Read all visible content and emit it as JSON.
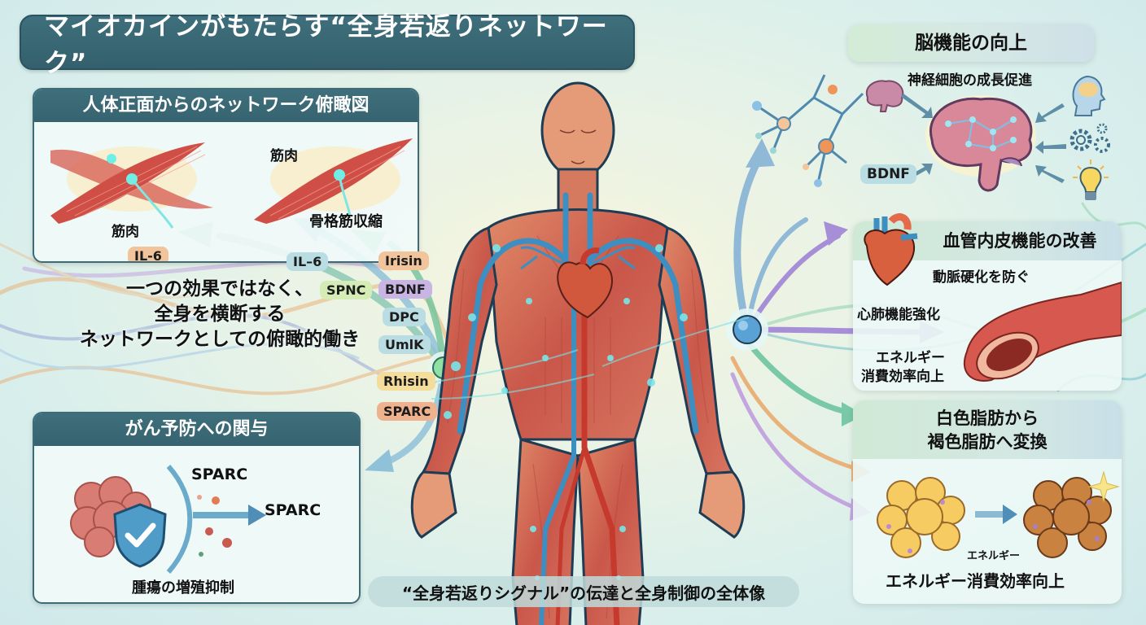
{
  "title": "マイオカインがもたらす“全身若返りネットワーク”",
  "caption": "“全身若返りシグナル”の伝達と全身制御の全体像",
  "colors": {
    "header_dark_teal": "#3f6f7c",
    "panel_bg": "#f0faf9",
    "right_header_green": "#cfe9d6",
    "muscle_red": "#c9574a",
    "vessel_blue": "#3d8fc2",
    "artery_red": "#c63a2e",
    "node_glow": "#6fe3e6",
    "pill_orange": "#f1c49b",
    "pill_blue": "#b9dde3",
    "pill_green": "#d5ecb6",
    "pill_purple": "#c9b5e3",
    "pill_yellow": "#f4dc9a",
    "pill_salmon": "#efb28f"
  },
  "panels": {
    "overview": {
      "heading": "人体正面からのネットワーク俯瞰図",
      "labels": {
        "muscle_left": "筋肉",
        "muscle_right": "筋肉",
        "contraction": "骨格筋収縮"
      },
      "pill_il6": "IL-6"
    },
    "cancer": {
      "heading": "がん予防への関与",
      "sparc_top": "SPARC",
      "sparc_right": "SPARC",
      "caption": "腫瘍の増殖抑制",
      "icons": [
        "tumor-icon",
        "shield-check-icon",
        "arrow-right-icon"
      ]
    },
    "brain": {
      "heading": "脳機能の向上",
      "subheading": "神経細胞の成長促進",
      "pill": "BDNF",
      "icons": [
        "brain-small-icon",
        "head-profile-icon",
        "gears-icon",
        "lightbulb-icon",
        "brain-network-icon"
      ]
    },
    "vascular": {
      "heading": "血管内皮機能の改善",
      "label_arteriosclerosis": "動脈硬化を防ぐ",
      "label_cardio": "心肺機能強化",
      "label_energy_1": "エネルギー",
      "label_energy_2": "消費効率向上",
      "icons": [
        "heart-icon",
        "blood-vessel-icon"
      ]
    },
    "fat": {
      "heading_line1": "白色脂肪から",
      "heading_line2": "褐色脂肪へ変換",
      "energy_small": "エネルギー",
      "footer": "エネルギー消費効率向上",
      "icons": [
        "white-fat-cells-icon",
        "brown-fat-cells-icon",
        "sparkle-icon"
      ]
    }
  },
  "center_text": {
    "line1": "一つの効果ではなく、",
    "line2": "全身を横断する",
    "line3": "ネットワークとしての俯瞰的働き"
  },
  "myokine_pills": [
    {
      "label": "IL–6",
      "color": "#b9dde3"
    },
    {
      "label": "Irisin",
      "color": "#f1c49b"
    },
    {
      "label": "SPNC",
      "color": "#d5ecb6"
    },
    {
      "label": "BDNF",
      "color": "#c9b5e3"
    },
    {
      "label": "DPC",
      "color": "#b9dde3"
    },
    {
      "label": "UmlK",
      "color": "#b9dde3"
    },
    {
      "label": "Rhisin",
      "color": "#f4dc9a"
    },
    {
      "label": "SPARC",
      "color": "#efb28f"
    }
  ]
}
